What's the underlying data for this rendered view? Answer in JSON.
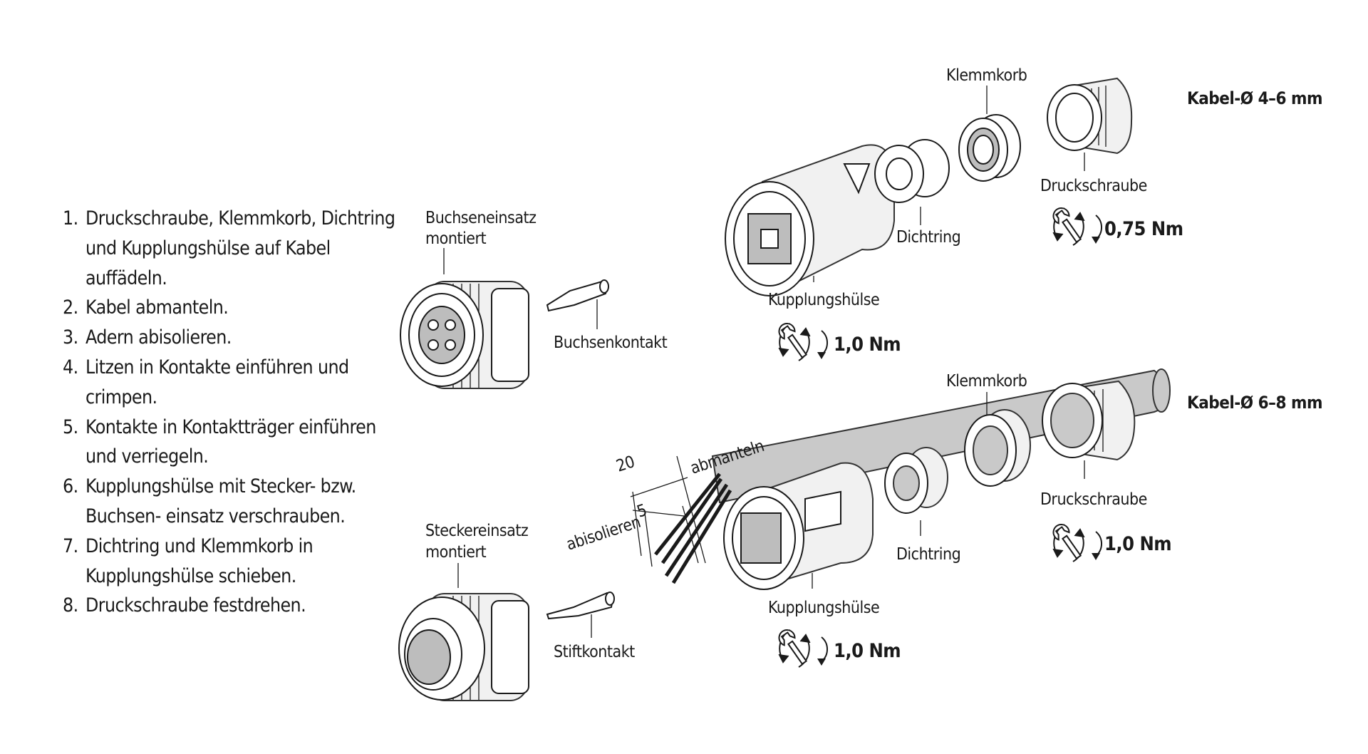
{
  "steps": [
    {
      "num": "1.",
      "text": "Druckschraube, Klemmkorb, Dichtring und Kupplungshülse auf Kabel auffädeln."
    },
    {
      "num": "2.",
      "text": "Kabel abmanteln."
    },
    {
      "num": "3.",
      "text": "Adern abisolieren."
    },
    {
      "num": "4.",
      "text": "Litzen in Kontakte einführen und crimpen."
    },
    {
      "num": "5.",
      "text": "Kontakte in Kontaktträger einführen und verriegeln."
    },
    {
      "num": "6.",
      "text": "Kupplungshülse mit Stecker- bzw. Buchsen- einsatz verschrauben."
    },
    {
      "num": "7.",
      "text": "Dichtring und Klemmkorb in Kupplungshülse schieben."
    },
    {
      "num": "8.",
      "text": "Druckschraube festdrehen."
    }
  ],
  "top_assembly": {
    "cable_heading": "Kabel-Ø 4–6 mm",
    "insert_label_line1": "Buchseneinsatz",
    "insert_label_line2": "montiert",
    "contact_label": "Buchsenkontakt",
    "coupling_sleeve_label": "Kupplungshülse",
    "coupling_torque": "1,0 Nm",
    "seal_label": "Dichtring",
    "clamp_basket_label": "Klemmkorb",
    "pressure_screw_label": "Druckschraube",
    "pressure_screw_torque": "0,75 Nm"
  },
  "bottom_assembly": {
    "cable_heading": "Kabel-Ø 6–8 mm",
    "insert_label_line1": "Steckereinsatz",
    "insert_label_line2": "montiert",
    "contact_label": "Stiftkontakt",
    "strip_label": "abisolieren",
    "strip_length": "5",
    "jacket_label": "abmanteln",
    "jacket_length": "20",
    "coupling_sleeve_label": "Kupplungshülse",
    "coupling_torque": "1,0 Nm",
    "seal_label": "Dichtring",
    "clamp_basket_label": "Klemmkorb",
    "pressure_screw_label": "Druckschraube",
    "pressure_screw_torque": "1,0 Nm"
  },
  "icons": [
    "wrench-rotation-icon",
    "arrow-down-icon"
  ]
}
